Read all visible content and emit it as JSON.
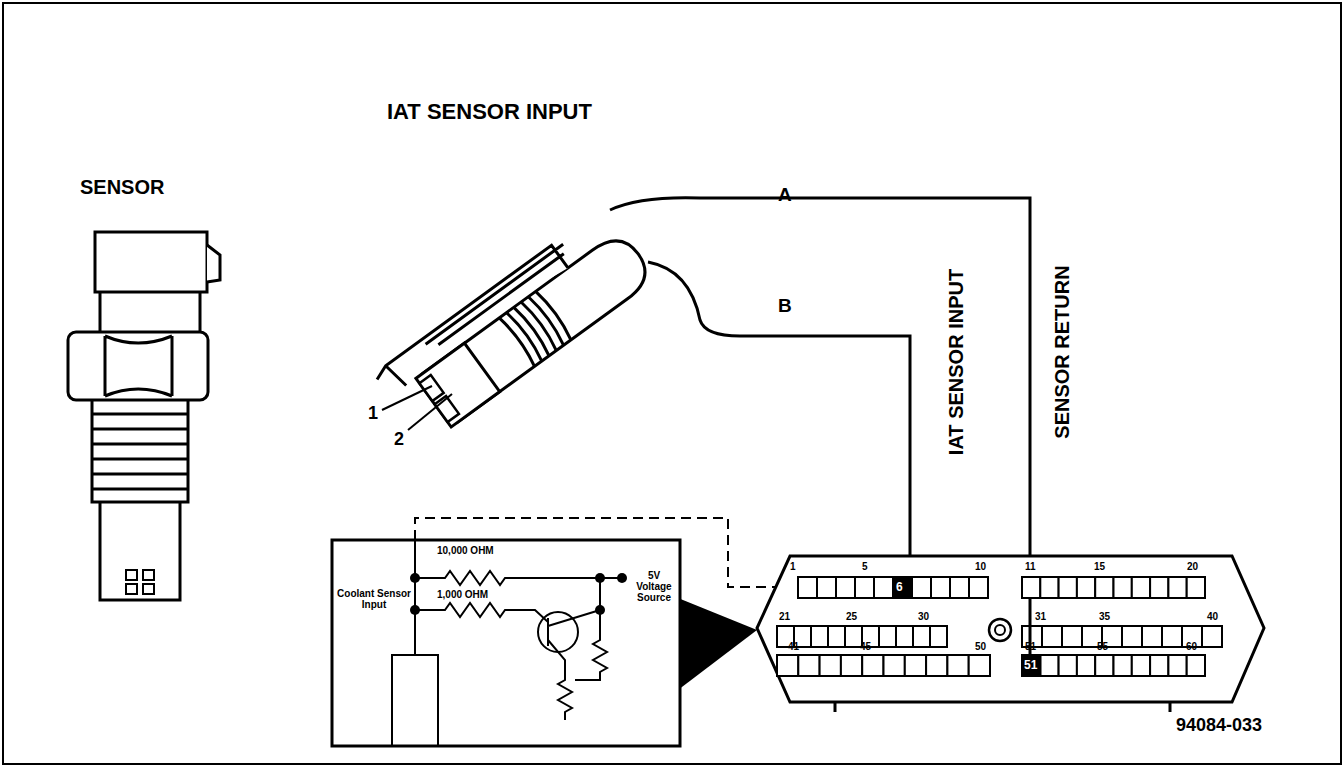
{
  "diagram": {
    "title": "IAT SENSOR INPUT",
    "labels": [
      "SENSOR",
      "A",
      "B",
      "1",
      "2",
      "IAT SENSOR INPUT",
      "SENSOR RETURN",
      "10,000 OHM",
      "1,000 OHM",
      "5V Voltage Source",
      "Coolant Sensor Input",
      "1",
      "5",
      "10",
      "11",
      "15",
      "20",
      "21",
      "25",
      "30",
      "31",
      "35",
      "40",
      "41",
      "45",
      "50",
      "51",
      "55",
      "60",
      "6",
      "51",
      "94084-033"
    ]
  }
}
